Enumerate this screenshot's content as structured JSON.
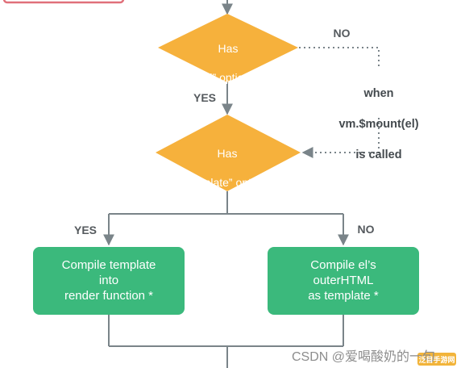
{
  "decisions": {
    "has_el": {
      "line1": "Has",
      "line2": "“el” option?"
    },
    "has_template": {
      "line1": "Has",
      "line2": "“template” option?"
    }
  },
  "edges": {
    "no_top": "NO",
    "yes_mid": "YES",
    "yes_left": "YES",
    "no_right": "NO"
  },
  "note": {
    "line1": "when",
    "line2": "vm.$mount(el)",
    "line3": "is called"
  },
  "boxes": {
    "compile_template": {
      "text": "Compile template\ninto\nrender function *"
    },
    "compile_el": {
      "text": "Compile el’s\nouterHTML\nas template *"
    }
  },
  "watermark": {
    "text": "CSDN @爱喝酸奶的一句",
    "badge": "泛目手游网"
  },
  "colors": {
    "diamond": "#f6b13c",
    "box": "#3bb97c",
    "line": "#7a8489",
    "top_box_border": "#e0707a"
  }
}
